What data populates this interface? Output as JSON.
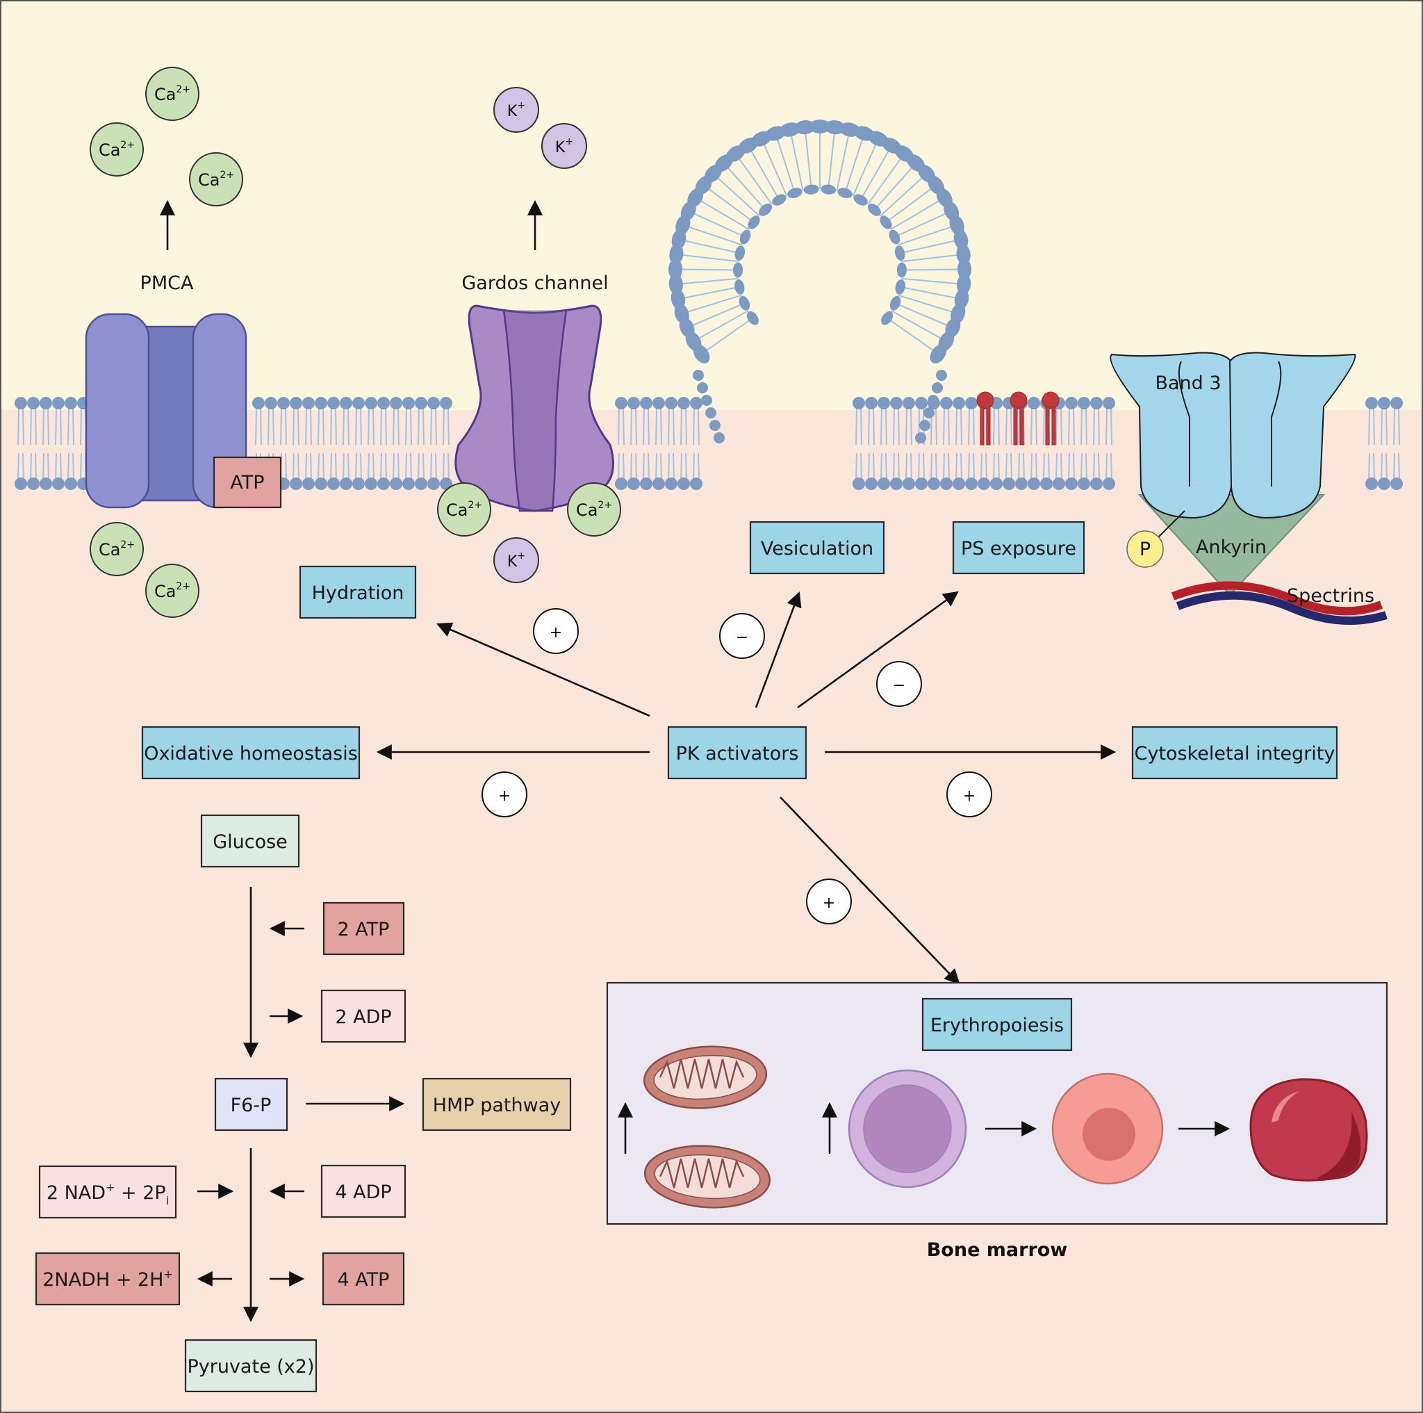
{
  "colors": {
    "outside": "#fdf6de",
    "inside": "#fbe6dc",
    "lipid_head": "#7d9ac2",
    "lipid_tail": "#9fc1e4",
    "effect_box": "#9dd4e6",
    "atp_box": "#e0a3a0",
    "adp_box": "#f8e2e0",
    "glucose_box": "#dcebe3",
    "f6p_box": "#dfe3f5",
    "hmp_box": "#e6d1ad",
    "ca_ion": "#c9e1b4",
    "k_ion": "#d2c4e6",
    "pmca": "#8f92cf",
    "gardos": "#a98ac7",
    "band3": "#a3d6ea",
    "ankyrin": "#94b99f",
    "spectrin_red": "#b52126",
    "spectrin_blue": "#25286a",
    "bone_marrow_bg": "#ece8f3"
  },
  "ions": {
    "ca": "Ca",
    "ca_charge": "2+",
    "k": "K",
    "k_charge": "+"
  },
  "membrane": {
    "pmca": "PMCA",
    "gardos": "Gardos channel",
    "atp": "ATP",
    "band3": "Band 3",
    "ankyrin": "Ankyrin",
    "spectrins": "Spectrins",
    "phospho": "P"
  },
  "effects": {
    "center": "PK activators",
    "hydration": "Hydration",
    "vesiculation": "Vesiculation",
    "ps_exposure": "PS exposure",
    "oxidative": "Oxidative homeostasis",
    "cytoskeletal": "Cytoskeletal integrity",
    "erythropoiesis": "Erythropoiesis"
  },
  "signs": {
    "hydration": "+",
    "vesiculation": "−",
    "ps_exposure": "−",
    "oxidative": "+",
    "cytoskeletal": "+",
    "erythropoiesis": "+"
  },
  "glycolysis": {
    "glucose": "Glucose",
    "atp_in": "2 ATP",
    "adp_out": "2 ADP",
    "f6p": "F6-P",
    "hmp": "HMP pathway",
    "nad_main": "2 NAD",
    "nad_sup": "+",
    "nad_rest": " + 2P",
    "nad_sub": "i",
    "adp_in": "4 ADP",
    "nadh_main": "2NADH + 2H",
    "nadh_sup": "+",
    "atp_out": "4 ATP",
    "pyruvate": "Pyruvate (x2)"
  },
  "bone_marrow_label": "Bone marrow"
}
